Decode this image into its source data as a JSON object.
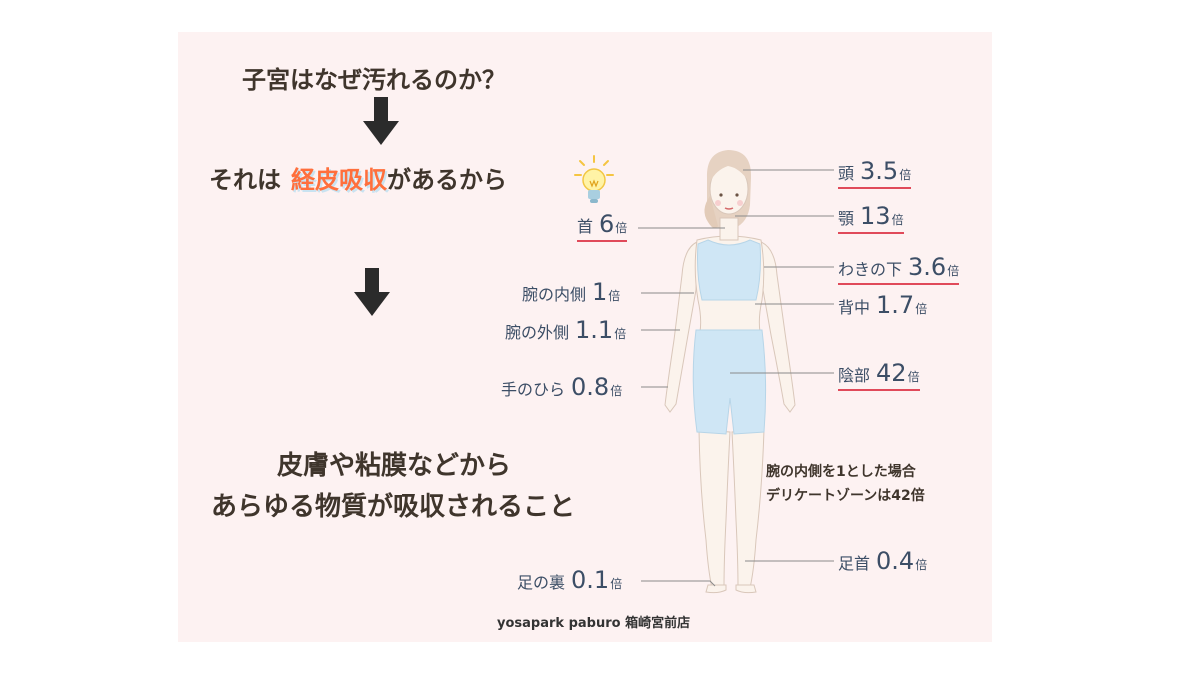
{
  "heading": {
    "question": "子宮はなぜ汚れるのか？",
    "answer_prefix": "それは",
    "answer_highlight": "経皮吸収",
    "answer_suffix": "があるから",
    "conclusion_line1": "皮膚や粘膜などから",
    "conclusion_line2": "あらゆる物質が吸収されること"
  },
  "body_labels": {
    "head": {
      "part": "頭",
      "value": "3.5",
      "unit": "倍"
    },
    "chin": {
      "part": "顎",
      "value": "13",
      "unit": "倍"
    },
    "neck": {
      "part": "首",
      "value": "6",
      "unit": "倍"
    },
    "armpit": {
      "part": "わきの下",
      "value": "3.6",
      "unit": "倍"
    },
    "back": {
      "part": "背中",
      "value": "1.7",
      "unit": "倍"
    },
    "inner_arm": {
      "part": "腕の内側",
      "value": "1",
      "unit": "倍"
    },
    "outer_arm": {
      "part": "腕の外側",
      "value": "1.1",
      "unit": "倍"
    },
    "palm": {
      "part": "手のひら",
      "value": "0.8",
      "unit": "倍"
    },
    "genital": {
      "part": "陰部",
      "value": "42",
      "unit": "倍"
    },
    "sole": {
      "part": "足の裏",
      "value": "0.1",
      "unit": "倍"
    },
    "ankle": {
      "part": "足首",
      "value": "0.4",
      "unit": "倍"
    }
  },
  "note": {
    "line1": "腕の内側を1とした場合",
    "line2": "デリケートゾーンは42倍"
  },
  "footer": "yosapark paburo 箱崎宮前店",
  "colors": {
    "card_bg": "#fdf2f2",
    "highlight": "#ff6f3c",
    "underline": "#e04a5a",
    "garment": "#cfe6f5",
    "skin": "#fbf3ec"
  },
  "icons": [
    "down-arrow-icon",
    "lightbulb-icon"
  ]
}
